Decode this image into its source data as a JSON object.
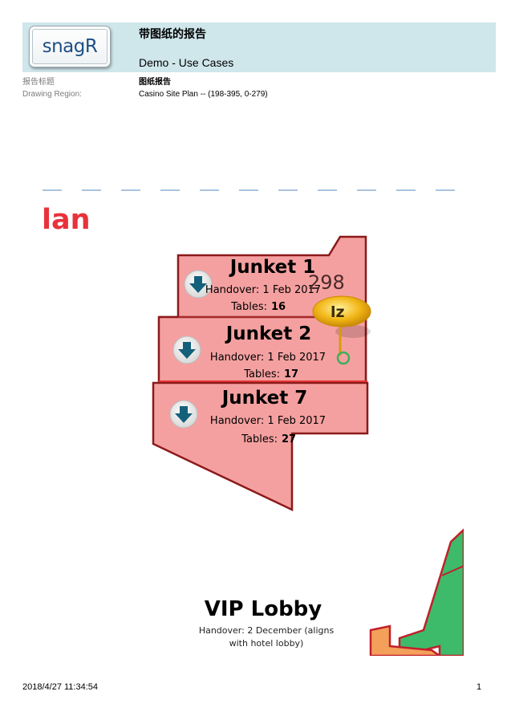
{
  "header": {
    "logo_text": "snagR",
    "title": "带图纸的报告",
    "subtitle": "Demo - Use Cases"
  },
  "meta": {
    "report_title_label": "报告标题",
    "report_title_value": "图纸报告",
    "drawing_region_label": "Drawing Region:",
    "drawing_region_value": "Casino Site Plan -- (198-395, 0-279)"
  },
  "drawing": {
    "plan_fragment": "lan",
    "zones": [
      {
        "name": "Junket 1",
        "handover": "Handover: 1 Feb 2017",
        "tables_label": "Tables:",
        "tables": "16"
      },
      {
        "name": "Junket 2",
        "handover": "Handover: 1 Feb 2017",
        "tables_label": "Tables:",
        "tables": "17"
      },
      {
        "name": "Junket 7",
        "handover": "Handover: 1 Feb 2017",
        "tables_label": "Tables:",
        "tables": "27"
      }
    ],
    "overlay_number": "298",
    "pin_label": "lz",
    "vip": {
      "name": "VIP Lobby",
      "handover_line1": "Handover: 2 December (aligns",
      "handover_line2": "with hotel lobby)"
    },
    "colors": {
      "zone_fill": "#f5a0a0",
      "zone_stroke": "#8b1a1a",
      "plan_text": "#e8323a",
      "dash_line": "#a9c4df",
      "pin": "#f2b718",
      "vip_green": "#3dbb6b"
    }
  },
  "footer": {
    "date": "2018/4/27 11:34:54",
    "page": "1"
  }
}
